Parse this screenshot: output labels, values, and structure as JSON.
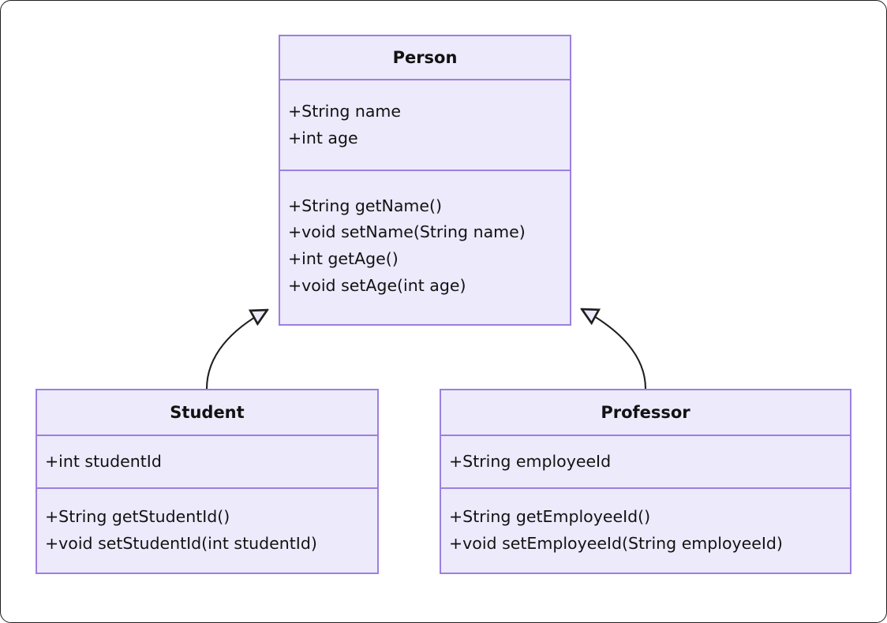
{
  "diagram": {
    "type": "uml-class-diagram",
    "title": "",
    "theme": {
      "box_fill": "#ECEAFB",
      "box_border": "#9d7fe0",
      "text": "#121212",
      "edge": "#1f1f1f",
      "background": "#ffffff"
    },
    "classes": [
      {
        "id": "person",
        "name": "Person",
        "attributes": [
          "+String name",
          "+int age"
        ],
        "methods": [
          "+String getName()",
          "+void setName(String name)",
          "+int getAge()",
          "+void setAge(int age)"
        ]
      },
      {
        "id": "student",
        "name": "Student",
        "attributes": [
          "+int studentId"
        ],
        "methods": [
          "+String getStudentId()",
          "+void setStudentId(int studentId)"
        ]
      },
      {
        "id": "professor",
        "name": "Professor",
        "attributes": [
          "+String employeeId"
        ],
        "methods": [
          "+String getEmployeeId()",
          "+void setEmployeeId(String employeeId)"
        ]
      }
    ],
    "relationships": [
      {
        "id": "student-inherits-person",
        "type": "inheritance",
        "from": "Student",
        "to": "Person",
        "label": "",
        "arrowhead": "hollow-triangle"
      },
      {
        "id": "professor-inherits-person",
        "type": "inheritance",
        "from": "Professor",
        "to": "Person",
        "label": "",
        "arrowhead": "hollow-triangle"
      }
    ]
  }
}
